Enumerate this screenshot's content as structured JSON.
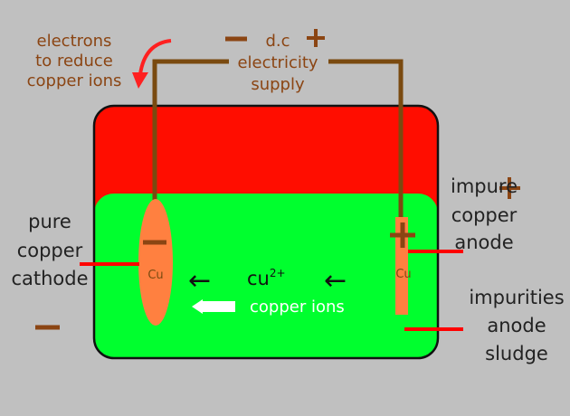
{
  "labels": {
    "electrons_line1": "electrons",
    "electrons_line2": "to reduce",
    "electrons_line3": "copper ions",
    "supply_line1": "d.c",
    "supply_line2": "electricity",
    "supply_line3": "supply",
    "supply_negative": "−",
    "supply_positive": "+",
    "cathode_line1": "pure",
    "cathode_line2": "copper",
    "cathode_line3": "cathode",
    "anode_line1": "impure",
    "anode_line2": "copper",
    "anode_line3": "anode",
    "sludge_line1": "impurities",
    "sludge_line2": "anode",
    "sludge_line3": "sludge",
    "cathode_element": "Cu",
    "anode_element": "Cu",
    "cathode_sign": "−",
    "anode_sign": "+",
    "stray_negative": "−",
    "stray_positive": "+",
    "ion_base": "cu",
    "ion_charge": "2+",
    "ion_arrow_left": "←",
    "ion_arrow_right": "←",
    "copper_ions": "copper ions"
  },
  "colors": {
    "background": "#c0c0c0",
    "electrolyte_top": "#ff0d00",
    "electrolyte_bottom": "#00ff2e",
    "electrode": "#ff8040",
    "wire": "#7a4a10",
    "label_brown": "#8b4513",
    "pointer": "#ff0000",
    "text_dark": "#222222",
    "text_white": "#ffffff"
  }
}
